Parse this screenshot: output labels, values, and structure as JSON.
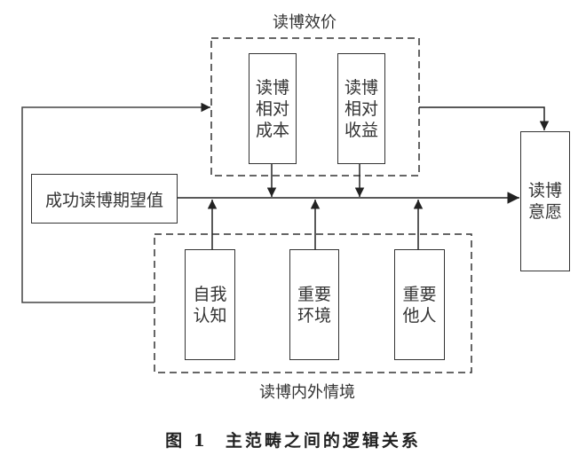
{
  "diagram": {
    "top_group": {
      "title": "读博效价",
      "items": [
        {
          "label": "读博相对成本"
        },
        {
          "label": "读博相对收益"
        }
      ]
    },
    "bottom_group": {
      "title": "读博内外情境",
      "items": [
        {
          "label": "自我认知"
        },
        {
          "label": "重要环境"
        },
        {
          "label": "重要他人"
        }
      ]
    },
    "source_node": {
      "label": "成功读博期望值"
    },
    "target_node": {
      "label": "读博意愿"
    },
    "edges": [
      {
        "from": "读博内外情境",
        "to": "读博效价",
        "style": "feedback-loop"
      },
      {
        "from": "读博效价",
        "to": "读博意愿"
      },
      {
        "from": "成功读博期望值",
        "to": "读博意愿"
      },
      {
        "from": "读博相对成本",
        "to": "main-path"
      },
      {
        "from": "读博相对收益",
        "to": "main-path"
      },
      {
        "from": "自我认知",
        "to": "main-path"
      },
      {
        "from": "重要环境",
        "to": "main-path"
      },
      {
        "from": "重要他人",
        "to": "main-path"
      }
    ],
    "colors": {
      "line": "#333333",
      "background": "#ffffff"
    }
  },
  "caption": {
    "figure_number": "图 1",
    "text": "主范畴之间的逻辑关系"
  }
}
